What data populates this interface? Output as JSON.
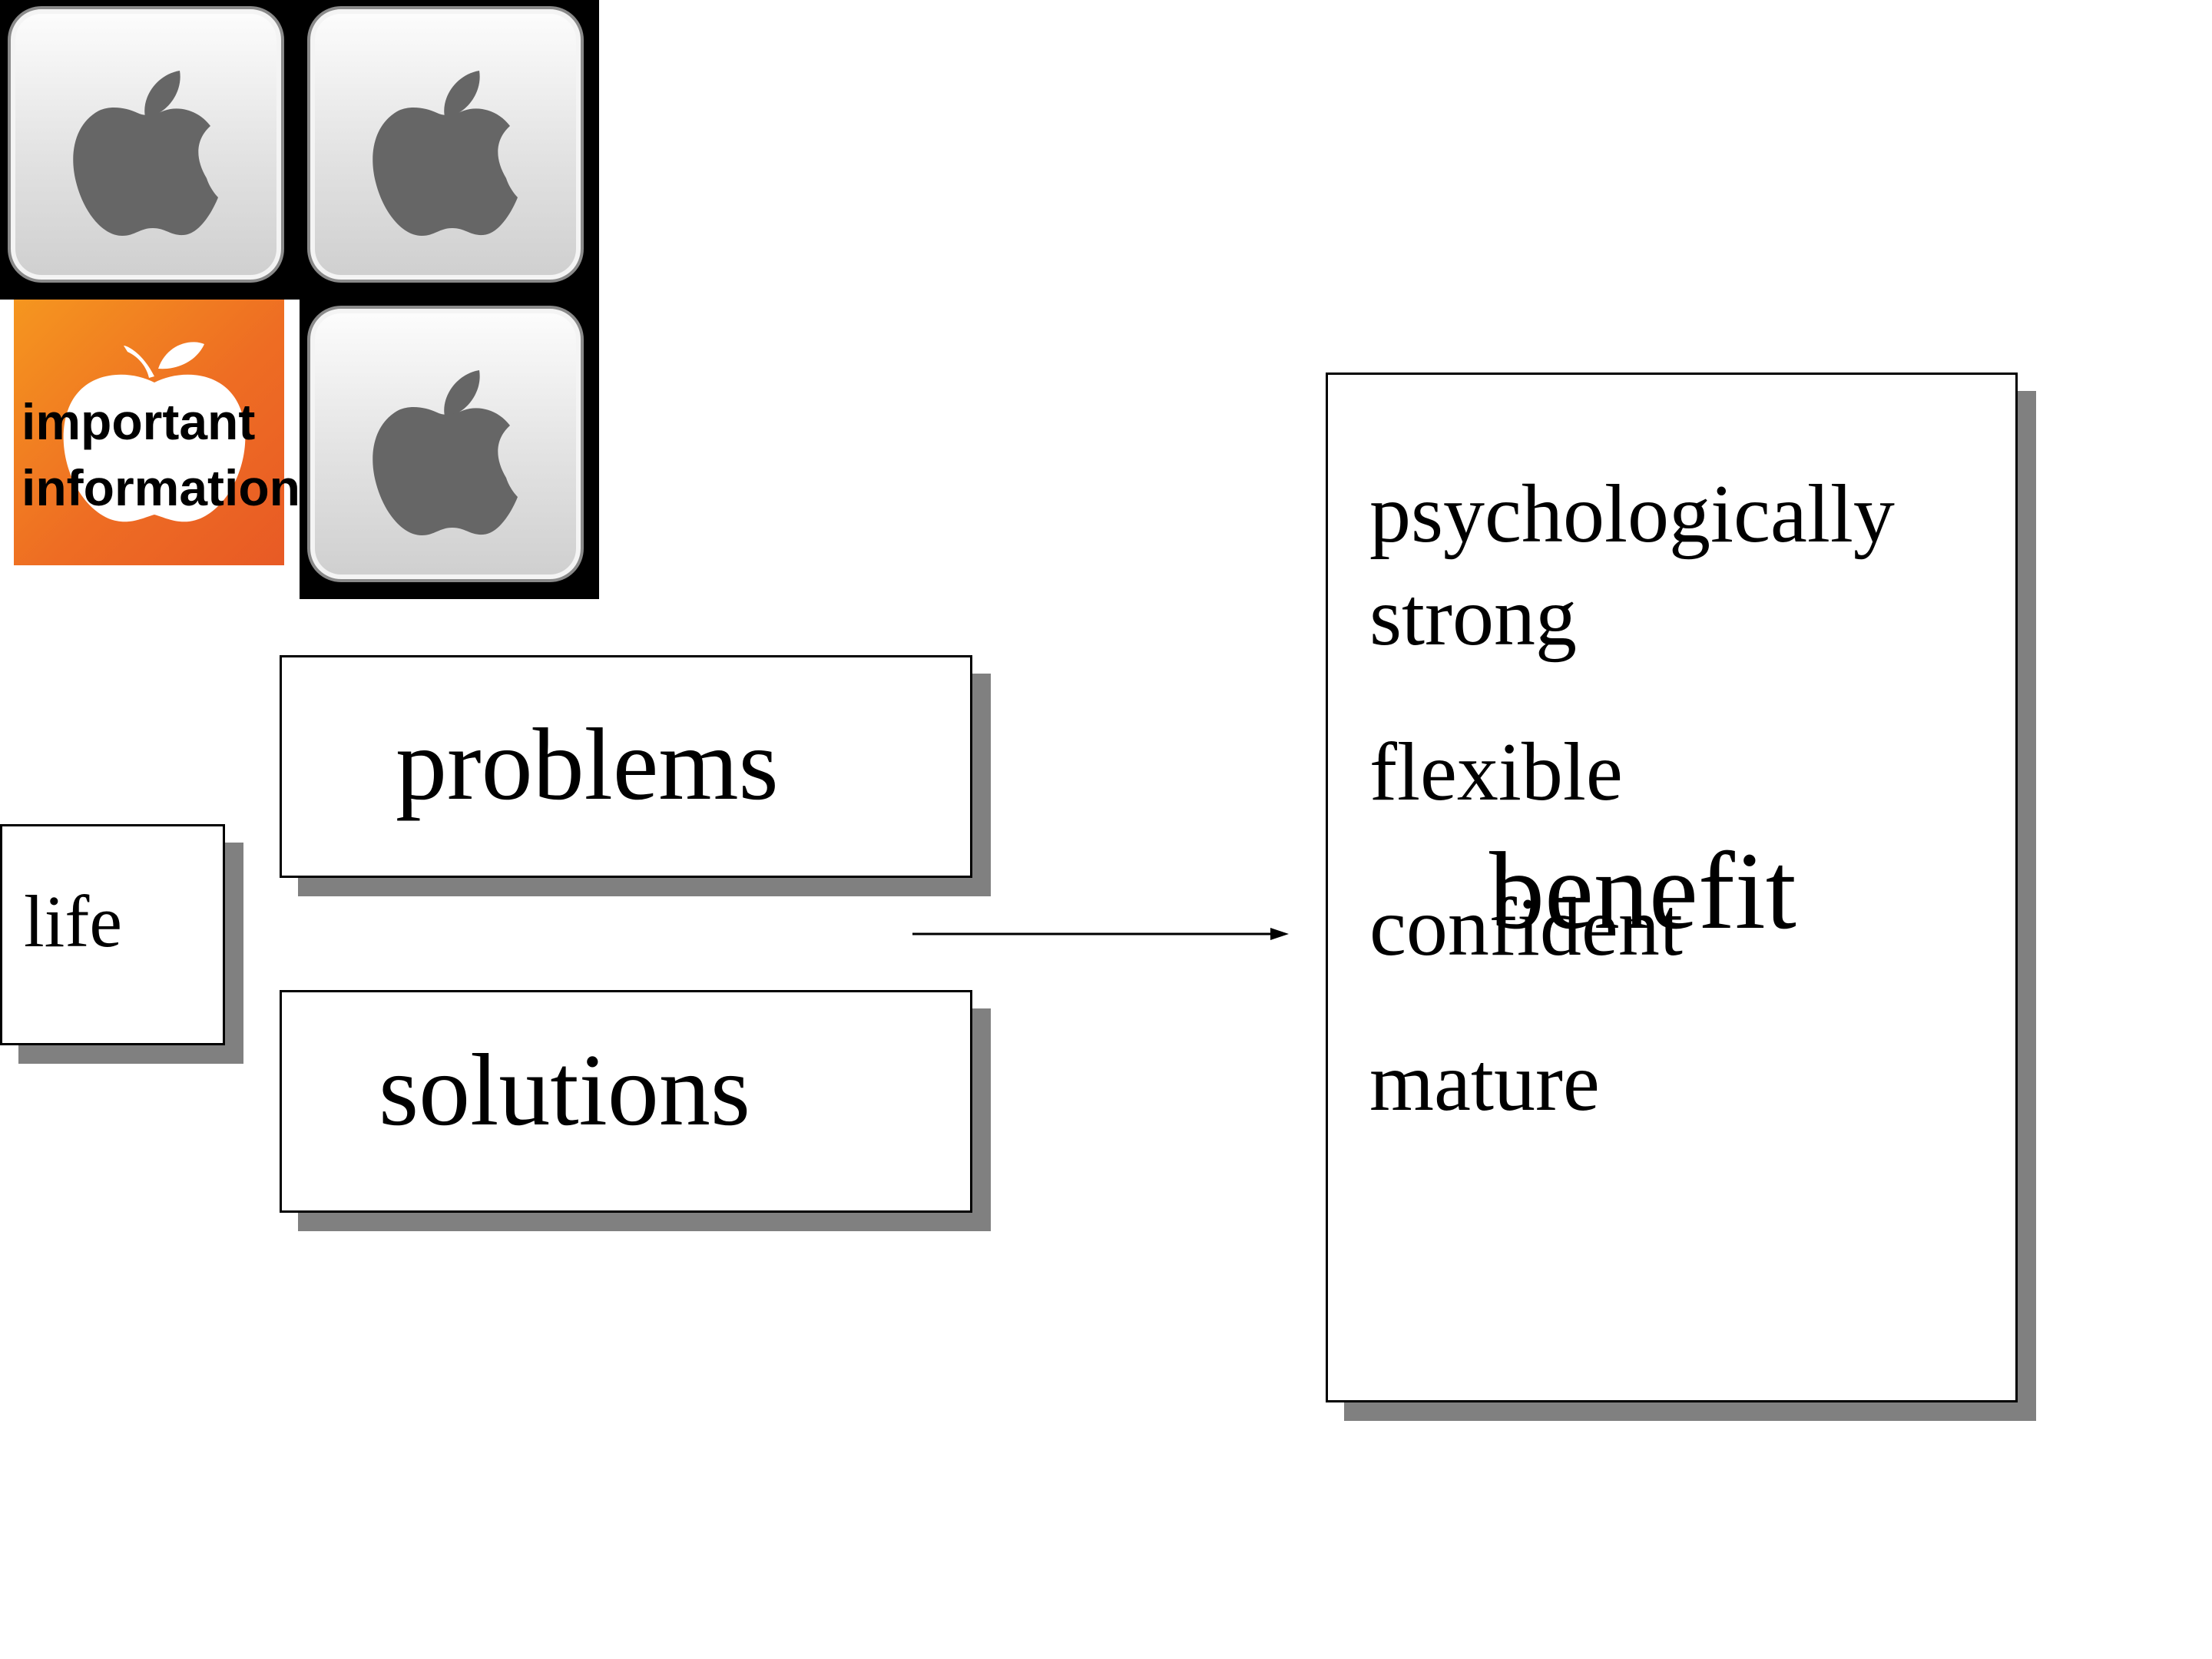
{
  "icons": {
    "note_line1": "important",
    "note_line2": "information"
  },
  "diagram": {
    "life_label": "life",
    "problems_label": "problems",
    "solutions_label": "solutions",
    "benefit_label": "benefit",
    "benefit_items": [
      "psychologically",
      "strong",
      "flexible",
      "confident",
      "mature"
    ]
  },
  "colors": {
    "shadow": "#808080",
    "tile_orange": "#ee6d23",
    "apple_gray": "#666666"
  }
}
